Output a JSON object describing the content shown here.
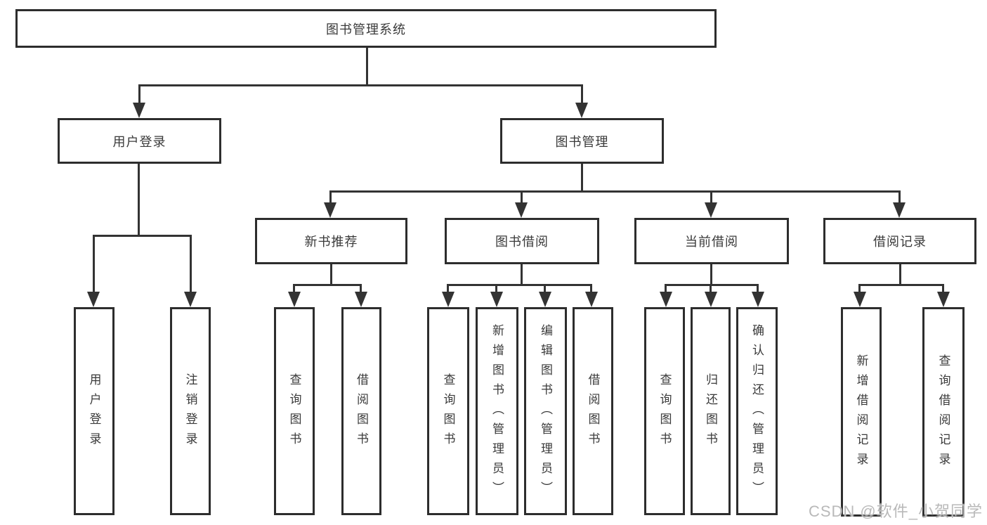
{
  "colors": {
    "background": "#ffffff",
    "line": "#333333",
    "box_border": "#2d2d2d",
    "text": "#3a3a3a",
    "watermark": "#b9b9b9"
  },
  "nodes": {
    "root": "图书管理系统",
    "user_login": "用户登录",
    "book_management": "图书管理",
    "new_book_recommend": "新书推荐",
    "book_borrow": "图书借阅",
    "current_borrow": "当前借阅",
    "borrow_record": "借阅记录",
    "leaf_user_login": "用户登录",
    "leaf_logout_login": "注销登录",
    "nb_query_books": "查询图书",
    "nb_borrow_books": "借阅图书",
    "bb_query_books": "查询图书",
    "bb_add_books": "新增图书（管理员）",
    "bb_edit_books": "编辑图书（管理员）",
    "bb_borrow_books": "借阅图书",
    "cb_query_books": "查询图书",
    "cb_return_books": "归还图书",
    "cb_confirm_return": "确认归还（管理员）",
    "br_add_record": "新增借阅记录",
    "br_query_record": "查询借阅记录"
  },
  "watermark": "CSDN @软件_小贺同学"
}
